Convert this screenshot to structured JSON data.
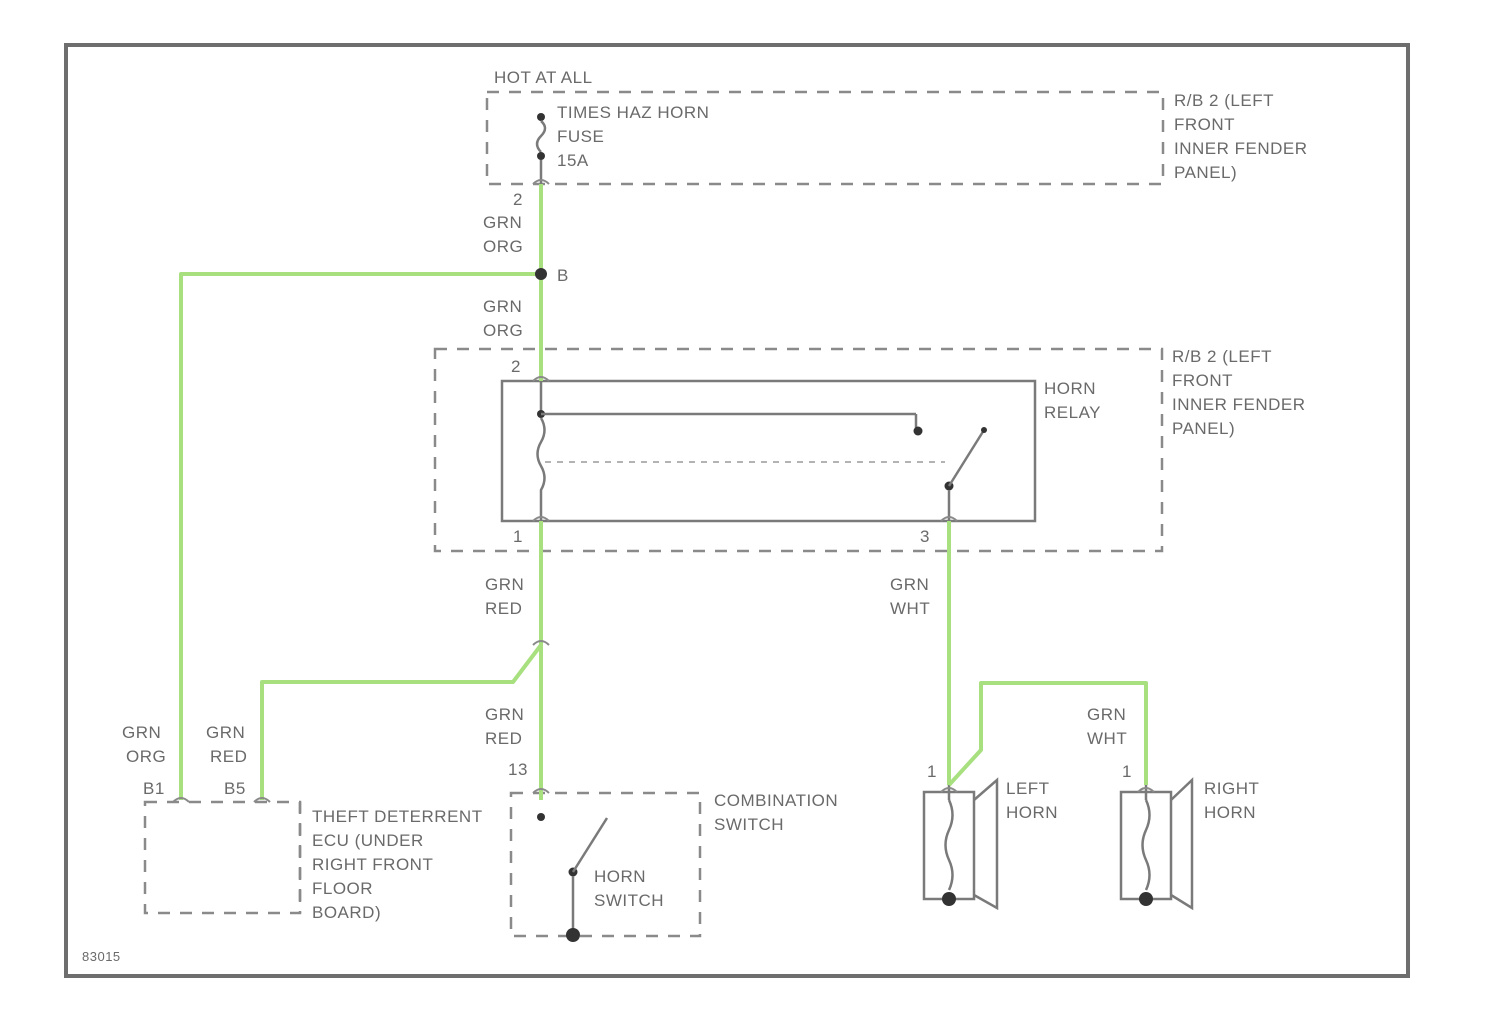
{
  "colors": {
    "wire": "#a8e080",
    "frame": "#6e6e6e",
    "text": "#6a6a6a"
  },
  "labels": {
    "hot_at_all": "HOT AT ALL",
    "fuse_l1": "TIMES HAZ HORN",
    "fuse_l2": "FUSE",
    "fuse_l3": "15A",
    "rb_top_1": "R/B 2 (LEFT",
    "rb_top_2": "FRONT",
    "rb_top_3": "INNER FENDER",
    "rb_top_4": "PANEL)",
    "fuse_pin": "2",
    "top_w1_a": "GRN",
    "top_w1_b": "ORG",
    "splice": "B",
    "top_w2_a": "GRN",
    "top_w2_b": "ORG",
    "rb_mid_1": "R/B 2 (LEFT",
    "rb_mid_2": "FRONT",
    "rb_mid_3": "INNER FENDER",
    "rb_mid_4": "PANEL)",
    "relay_1": "HORN",
    "relay_2": "RELAY",
    "relay_pin_top": "2",
    "relay_pin_bl": "1",
    "relay_pin_br": "3",
    "mid_wire_l_a": "GRN",
    "mid_wire_l_b": "RED",
    "mid_wire_r_a": "GRN",
    "mid_wire_r_b": "WHT",
    "low_wire_l_a": "GRN",
    "low_wire_l_b": "RED",
    "low_pin": "13",
    "ecu_w1_a": "GRN",
    "ecu_w1_b": "ORG",
    "ecu_w2_a": "GRN",
    "ecu_w2_b": "RED",
    "ecu_pin1": "B1",
    "ecu_pin2": "B5",
    "ecu_1": "THEFT DETERRENT",
    "ecu_2": "ECU (UNDER",
    "ecu_3": "RIGHT FRONT",
    "ecu_4": "FLOOR",
    "ecu_5": "BOARD)",
    "combo_1": "COMBINATION",
    "combo_2": "SWITCH",
    "hsw_1": "HORN",
    "hsw_2": "SWITCH",
    "rh_wire_a": "GRN",
    "rh_wire_b": "WHT",
    "lh_pin": "1",
    "rh_pin": "1",
    "lhorn_1": "LEFT",
    "lhorn_2": "HORN",
    "rhorn_1": "RIGHT",
    "rhorn_2": "HORN",
    "figure_id": "83015"
  }
}
